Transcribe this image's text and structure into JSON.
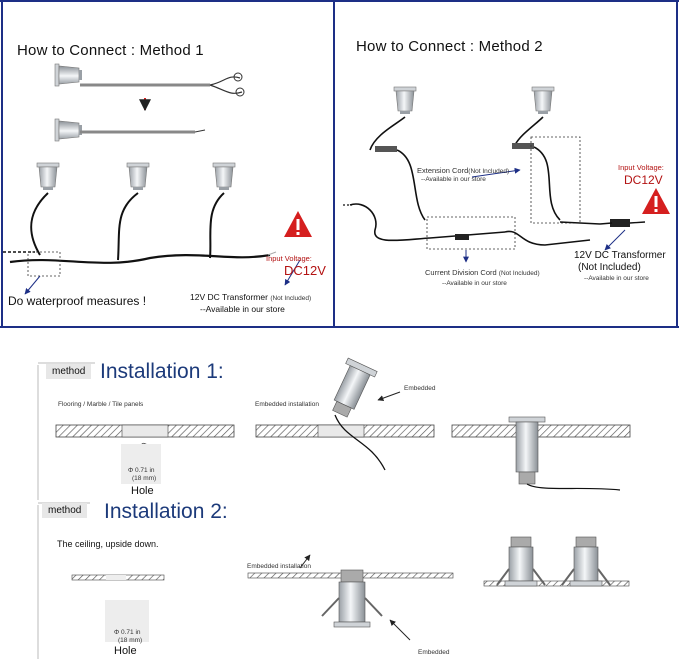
{
  "method1": {
    "title": "How to Connect : Method 1",
    "waterproof": "Do waterproof measures !",
    "input_voltage": "Input Voltage:",
    "voltage": "DC12V",
    "transformer": "12V DC Transformer",
    "transformer_note": "(Not Included)",
    "store": "--Available in our store"
  },
  "method2": {
    "title": "How to Connect : Method 2",
    "extension": "Extension Cord",
    "extension_note": "(Not Included)",
    "extension_store": "--Available in our store",
    "division": "Current Division Cord",
    "division_note": "(Not Included)",
    "division_store": "--Available in our store",
    "input_voltage": "Input Voltage:",
    "voltage": "DC12V",
    "transformer": "12V DC Transformer",
    "transformer_note": "(Not Included)",
    "store": "--Available in our store"
  },
  "install1": {
    "tag": "method",
    "title": "Installation 1:",
    "flooring": "Flooring / Marble / Tile panels",
    "embedded_installation": "Embedded installation",
    "embedded": "Embedded",
    "hole_dim": "Φ 0.71 in",
    "hole_mm": "(18 mm)",
    "hole": "Hole"
  },
  "install2": {
    "tag": "method",
    "title": "Installation 2:",
    "ceiling": "The ceiling, upside down.",
    "embedded_installation": "Embedded installation",
    "embedded": "Embedded",
    "hole_dim": "Φ 0.71 in",
    "hole_mm": "(18 mm)",
    "hole": "Hole"
  },
  "colors": {
    "frame": "#1d2f86",
    "accent": "#1c3a7a",
    "warning": "#d51f1f"
  }
}
